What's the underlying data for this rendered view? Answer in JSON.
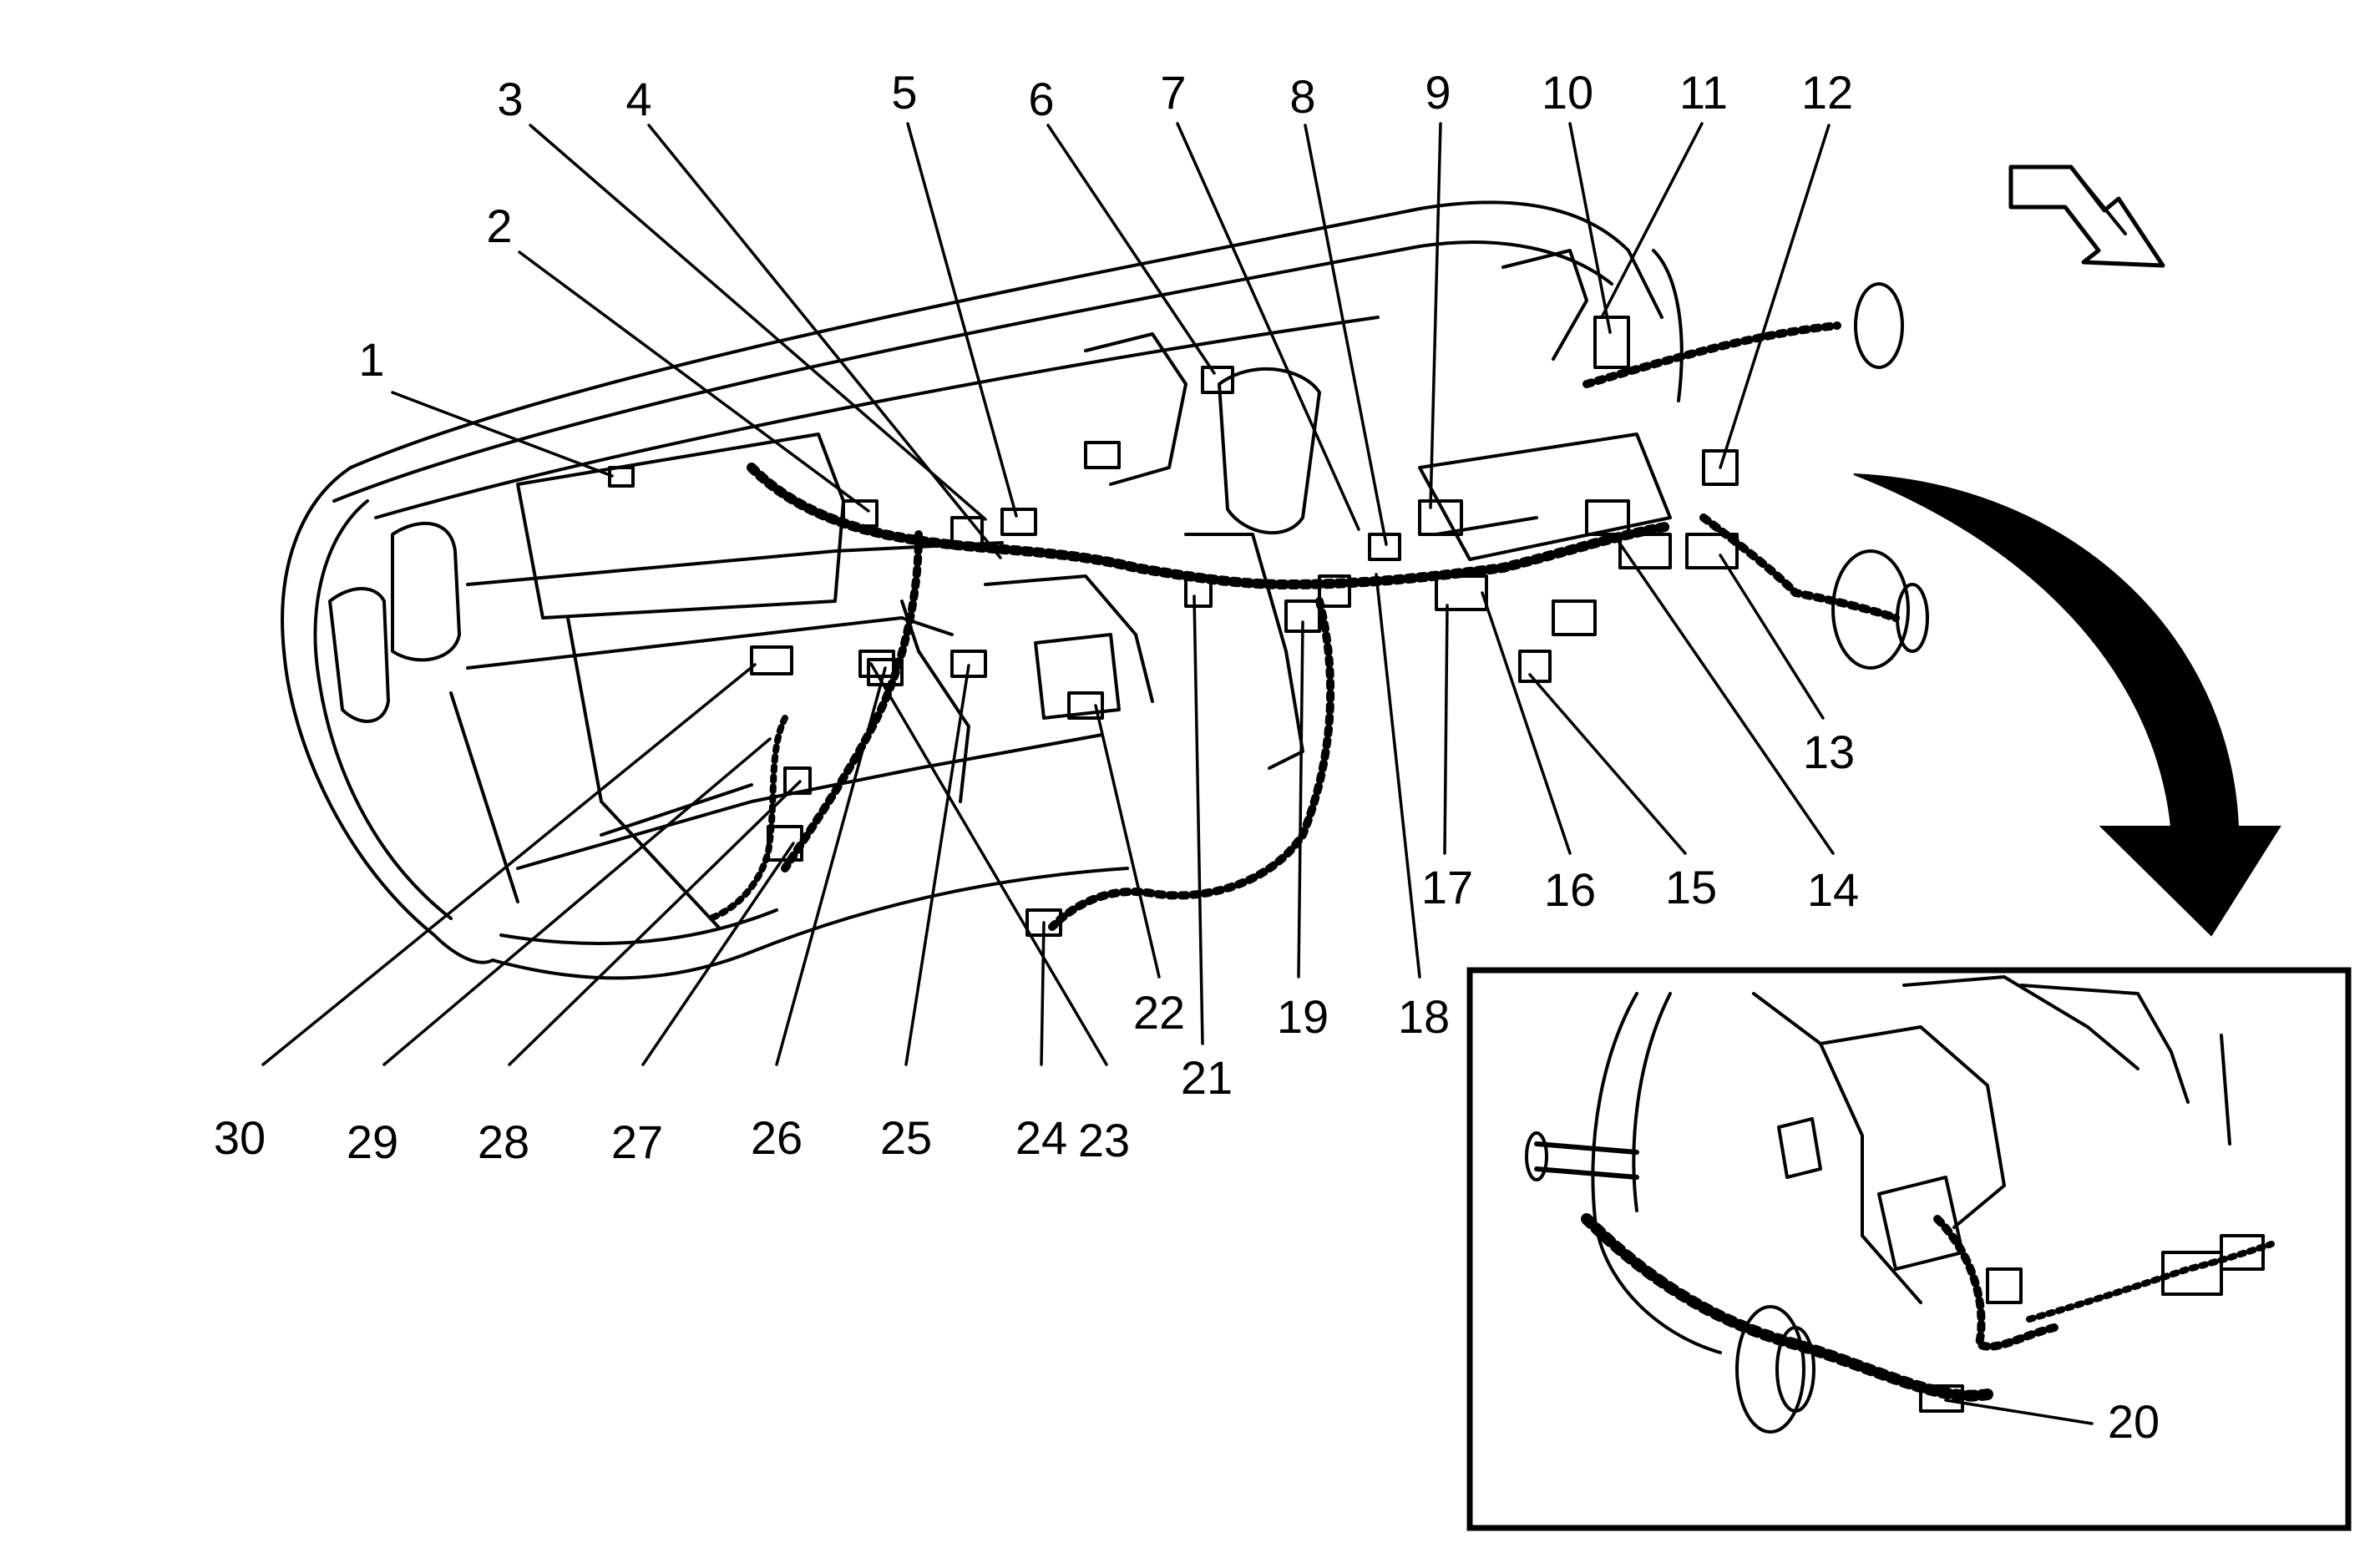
{
  "diagram": {
    "callouts": [
      {
        "id": "1",
        "label": "1"
      },
      {
        "id": "2",
        "label": "2"
      },
      {
        "id": "3",
        "label": "3"
      },
      {
        "id": "4",
        "label": "4"
      },
      {
        "id": "5",
        "label": "5"
      },
      {
        "id": "6",
        "label": "6"
      },
      {
        "id": "7",
        "label": "7"
      },
      {
        "id": "8",
        "label": "8"
      },
      {
        "id": "9",
        "label": "9"
      },
      {
        "id": "10",
        "label": "10"
      },
      {
        "id": "11",
        "label": "11"
      },
      {
        "id": "12",
        "label": "12"
      },
      {
        "id": "13",
        "label": "13"
      },
      {
        "id": "14",
        "label": "14"
      },
      {
        "id": "15",
        "label": "15"
      },
      {
        "id": "16",
        "label": "16"
      },
      {
        "id": "17",
        "label": "17"
      },
      {
        "id": "18",
        "label": "18"
      },
      {
        "id": "19",
        "label": "19"
      },
      {
        "id": "20",
        "label": "20"
      },
      {
        "id": "21",
        "label": "21"
      },
      {
        "id": "22",
        "label": "22"
      },
      {
        "id": "23",
        "label": "23"
      },
      {
        "id": "24",
        "label": "24"
      },
      {
        "id": "25",
        "label": "25"
      },
      {
        "id": "26",
        "label": "26"
      },
      {
        "id": "27",
        "label": "27"
      },
      {
        "id": "28",
        "label": "28"
      },
      {
        "id": "29",
        "label": "29"
      },
      {
        "id": "30",
        "label": "30"
      }
    ],
    "indicators": {
      "front_direction_arrow": "hollow-diagonal-arrow",
      "detail_view_arrow": "curved-solid-arrow"
    }
  }
}
